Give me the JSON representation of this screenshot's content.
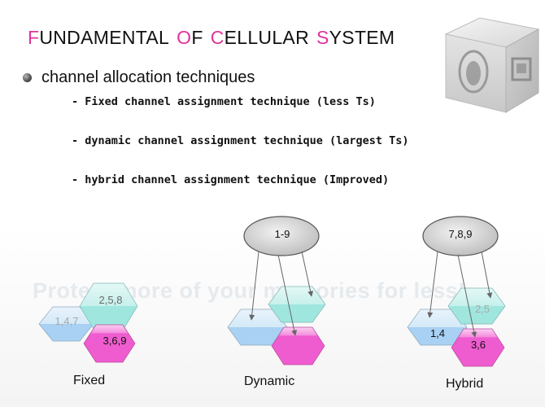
{
  "slide": {
    "title_words": [
      {
        "initial": "F",
        "rest": "UNDAMENTAL"
      },
      {
        "initial": "O",
        "rest": "F"
      },
      {
        "initial": "C",
        "rest": "ELLULAR"
      },
      {
        "initial": "S",
        "rest": "YSTEM"
      }
    ],
    "bullet": "channel allocation techniques",
    "techniques": [
      "- Fixed channel assignment technique (less Ts)",
      "- dynamic channel assignment technique (largest Ts)",
      "- hybrid channel assignment technique (Improved)"
    ],
    "watermark": "Protect more of your memories for less!"
  },
  "diagrams": {
    "fixed": {
      "label": "Fixed",
      "cells": [
        "1,4,7",
        "2,5,8",
        "3,6,9"
      ]
    },
    "dynamic": {
      "label": "Dynamic",
      "pool": "1-9"
    },
    "hybrid": {
      "label": "Hybrid",
      "pool": "7,8,9",
      "cells": [
        "1,4",
        "2,5",
        "3,6"
      ]
    }
  },
  "colors": {
    "title_initial": "#e0339a",
    "cell_blue": "#a9d1f3",
    "cell_cyan": "#9fe6df",
    "cell_magenta": "#ef5ccf",
    "pool_gray": "#cfcfcf"
  },
  "decorations": {
    "cube": "gray-cube-graphic",
    "bullet": "gray-sphere-bullet"
  }
}
